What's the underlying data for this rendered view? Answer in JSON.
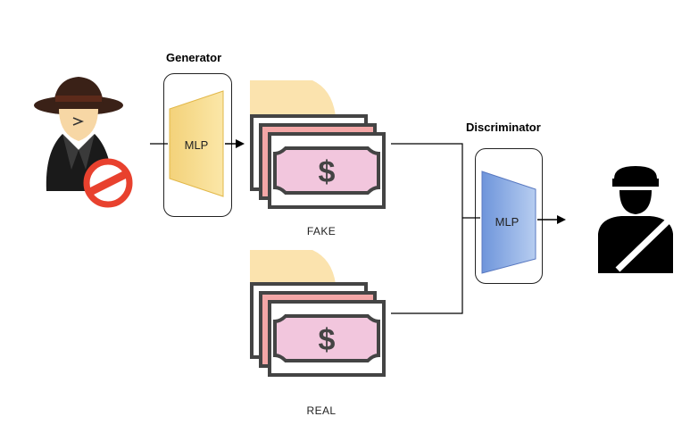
{
  "generator": {
    "title": "Generator",
    "block_label": "MLP",
    "fill": "#F7DC8C",
    "stroke": "#E2B84A"
  },
  "discriminator": {
    "title": "Discriminator",
    "block_label": "MLP",
    "fill": "#7FA4E0",
    "stroke": "#5878C0"
  },
  "fake": {
    "label": "FAKE"
  },
  "real": {
    "label": "REAL"
  },
  "bill": {
    "symbol": "$",
    "note_fill": "#F2C6DD",
    "back_fill": "#F4A7A7",
    "folder_fill": "#FBE3AE",
    "stroke": "#444444"
  },
  "counterfeiter": {
    "ban_color": "#E8412E",
    "hat_color": "#3A2117",
    "skin_color": "#F7D7A5"
  },
  "guard": {
    "color": "#000000"
  }
}
